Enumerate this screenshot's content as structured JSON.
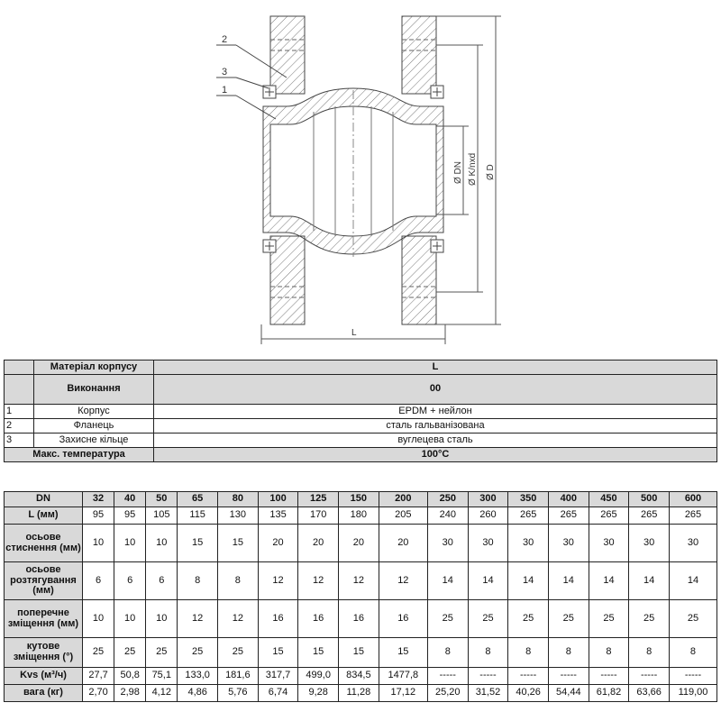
{
  "drawing": {
    "callouts": [
      "2",
      "3",
      "1"
    ],
    "dim_labels": {
      "dn": "Ø DN",
      "k": "Ø K/nxd",
      "d": "Ø D",
      "l": "L"
    }
  },
  "spec_table": {
    "material_label": "Матеріал  корпусу",
    "material_value": "L",
    "execution_label": "Виконання",
    "execution_value": "00",
    "rows": [
      {
        "num": "1",
        "name": "Корпус",
        "value": "EPDM + нейлон"
      },
      {
        "num": "2",
        "name": "Фланець",
        "value": "сталь гальванізована"
      },
      {
        "num": "3",
        "name": "Захисне кільце",
        "value": "вуглецева сталь"
      }
    ],
    "max_temp_label": "Макс. температура",
    "max_temp_value": "100°C"
  },
  "dims_table": {
    "dn_label": "DN",
    "dn": [
      "32",
      "40",
      "50",
      "65",
      "80",
      "100",
      "125",
      "150",
      "200",
      "250",
      "300",
      "350",
      "400",
      "450",
      "500",
      "600"
    ],
    "rows": [
      {
        "label": "L (мм)",
        "values": [
          "95",
          "95",
          "105",
          "115",
          "130",
          "135",
          "170",
          "180",
          "205",
          "240",
          "260",
          "265",
          "265",
          "265",
          "265",
          "265"
        ]
      },
      {
        "label": "осьове стиснення (мм)",
        "values": [
          "10",
          "10",
          "10",
          "15",
          "15",
          "20",
          "20",
          "20",
          "20",
          "30",
          "30",
          "30",
          "30",
          "30",
          "30",
          "30"
        ]
      },
      {
        "label": "осьове розтягування (мм)",
        "values": [
          "6",
          "6",
          "6",
          "8",
          "8",
          "12",
          "12",
          "12",
          "12",
          "14",
          "14",
          "14",
          "14",
          "14",
          "14",
          "14"
        ]
      },
      {
        "label": "поперечне зміщення (мм)",
        "values": [
          "10",
          "10",
          "10",
          "12",
          "12",
          "16",
          "16",
          "16",
          "16",
          "25",
          "25",
          "25",
          "25",
          "25",
          "25",
          "25"
        ]
      },
      {
        "label": "кутове зміщення (°)",
        "values": [
          "25",
          "25",
          "25",
          "25",
          "25",
          "15",
          "15",
          "15",
          "15",
          "8",
          "8",
          "8",
          "8",
          "8",
          "8",
          "8"
        ]
      },
      {
        "label": "Kvs (м³/ч)",
        "values": [
          "27,7",
          "50,8",
          "75,1",
          "133,0",
          "181,6",
          "317,7",
          "499,0",
          "834,5",
          "1477,8",
          "-----",
          "-----",
          "-----",
          "-----",
          "-----",
          "-----",
          "-----"
        ]
      },
      {
        "label": "вага (кг)",
        "values": [
          "2,70",
          "2,98",
          "4,12",
          "4,86",
          "5,76",
          "6,74",
          "9,28",
          "11,28",
          "17,12",
          "25,20",
          "31,52",
          "40,26",
          "54,44",
          "61,82",
          "63,66",
          "119,00"
        ]
      }
    ]
  }
}
